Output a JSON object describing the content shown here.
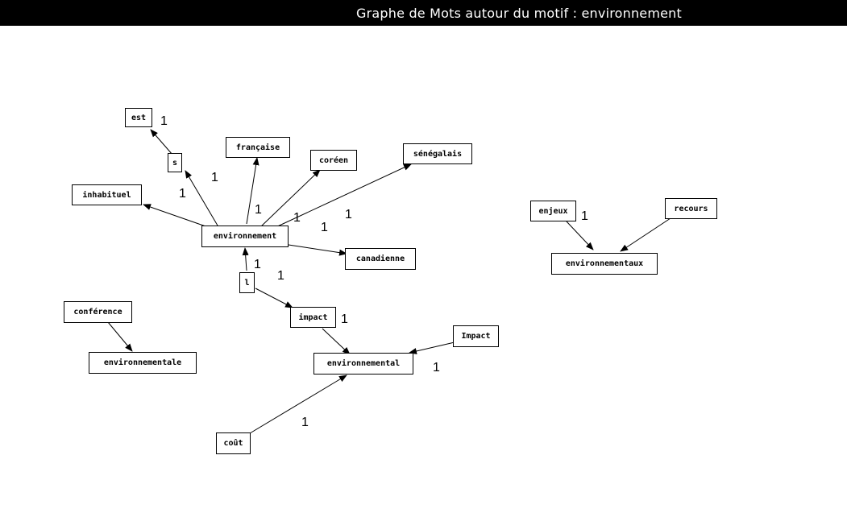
{
  "window": {
    "title": "Graphe de Mots autour du motif : environnement"
  },
  "graph": {
    "nodes": {
      "est": "est",
      "s": "s",
      "francaise": "française",
      "coreen": "coréen",
      "senegalais": "sénégalais",
      "inhabituel": "inhabituel",
      "environnement": "environnement",
      "canadienne": "canadienne",
      "l": "l",
      "impact": "impact",
      "Impact": "Impact",
      "environnemental": "environnemental",
      "cout": "coût",
      "conference": "conférence",
      "environnementale": "environnementale",
      "enjeux": "enjeux",
      "recours": "recours",
      "environnementaux": "environnementaux"
    },
    "edges": [
      {
        "from": "s",
        "to": "est",
        "weight": "1"
      },
      {
        "from": "environnement",
        "to": "s",
        "weight": "1"
      },
      {
        "from": "environnement",
        "to": "francaise",
        "weight": "1"
      },
      {
        "from": "environnement",
        "to": "coreen",
        "weight": "1"
      },
      {
        "from": "environnement",
        "to": "senegalais",
        "weight": "1"
      },
      {
        "from": "environnement",
        "to": "inhabituel",
        "weight": "1"
      },
      {
        "from": "environnement",
        "to": "canadienne",
        "weight": "1"
      },
      {
        "from": "l",
        "to": "environnement",
        "weight": "1"
      },
      {
        "from": "l",
        "to": "impact",
        "weight": "1"
      },
      {
        "from": "impact",
        "to": "environnemental",
        "weight": "1"
      },
      {
        "from": "Impact",
        "to": "environnemental",
        "weight": "1"
      },
      {
        "from": "cout",
        "to": "environnemental",
        "weight": "1"
      },
      {
        "from": "conference",
        "to": "environnementale",
        "weight": ""
      },
      {
        "from": "enjeux",
        "to": "environnementaux",
        "weight": "1"
      },
      {
        "from": "recours",
        "to": "environnementaux",
        "weight": ""
      }
    ]
  }
}
